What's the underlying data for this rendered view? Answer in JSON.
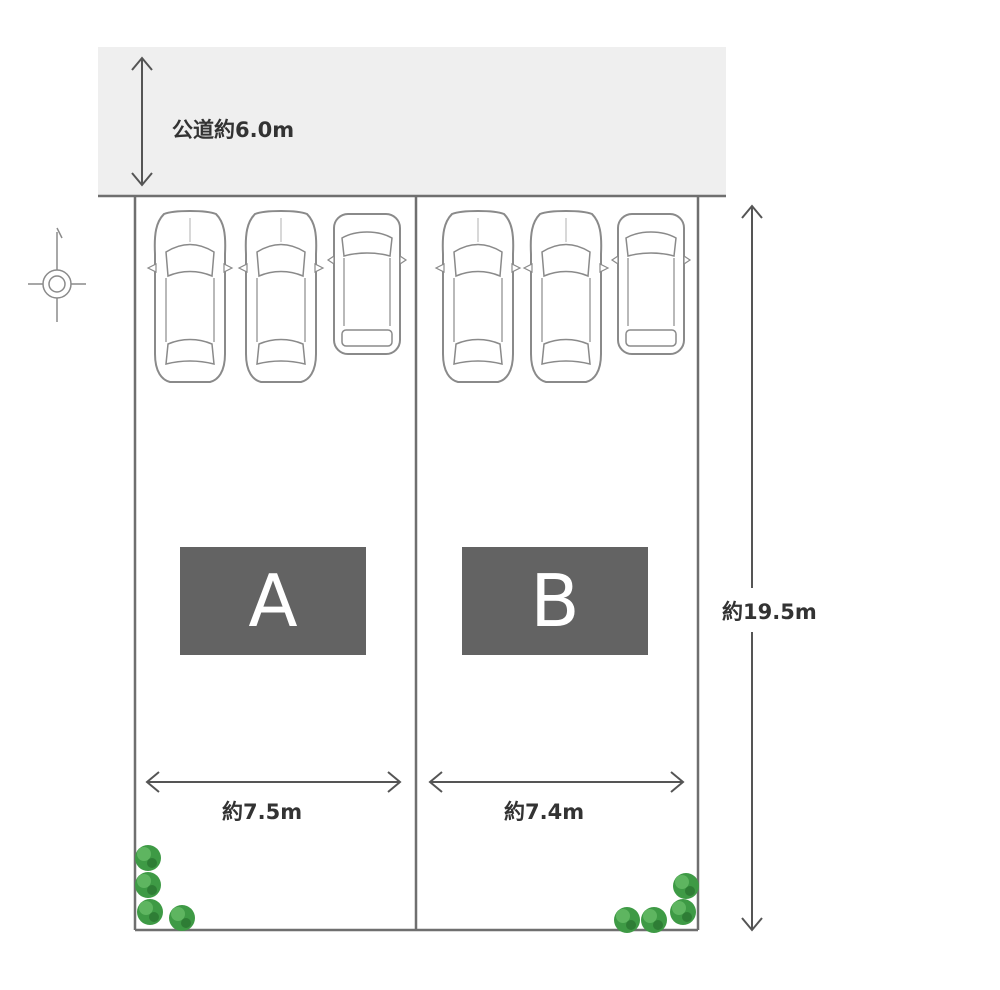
{
  "road": {
    "label": "公道約6.0m"
  },
  "lots": [
    {
      "name": "A",
      "width_label": "約7.5m",
      "cars": 3
    },
    {
      "name": "B",
      "width_label": "約7.4m",
      "cars": 3
    }
  ],
  "depth_label": "約19.5m",
  "icons": [
    "compass-icon",
    "car-icon",
    "shrub-icon"
  ],
  "colors": {
    "road": "#efefef",
    "lot_label_bg": "#636363",
    "line": "#6f6f6f",
    "arrow": "#555555",
    "shrub": "#3e9a45"
  }
}
